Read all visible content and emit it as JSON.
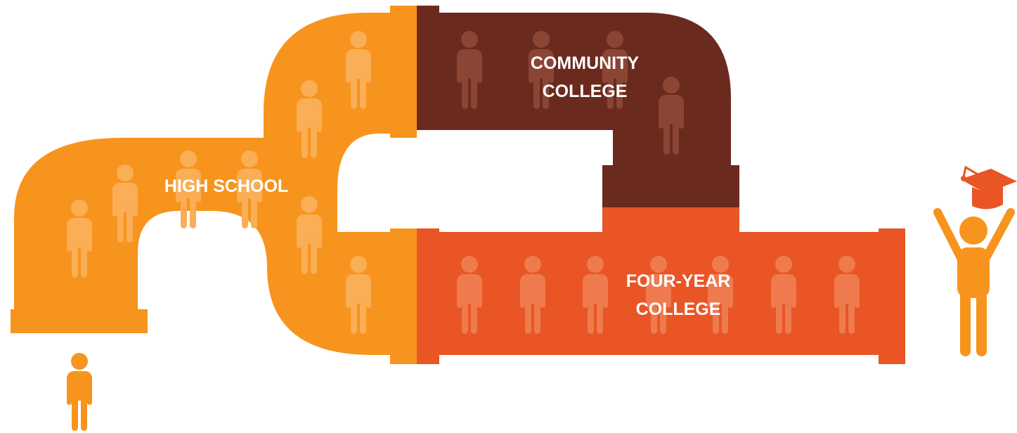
{
  "segments": {
    "high_school": {
      "label": "HIGH SCHOOL",
      "color": "#F7941D"
    },
    "community_college": {
      "label_line1": "COMMUNITY",
      "label_line2": "COLLEGE",
      "color": "#6B2A1E"
    },
    "four_year_college": {
      "label_line1": "FOUR-YEAR",
      "label_line2": "COLLEGE",
      "color": "#E95525"
    }
  },
  "figures": {
    "student_icon": "person-icon",
    "graduate_icon": "graduate-celebrating-icon",
    "cap_icon": "graduation-cap-icon",
    "student_color": "#F7941D",
    "cap_color": "#E95525"
  }
}
